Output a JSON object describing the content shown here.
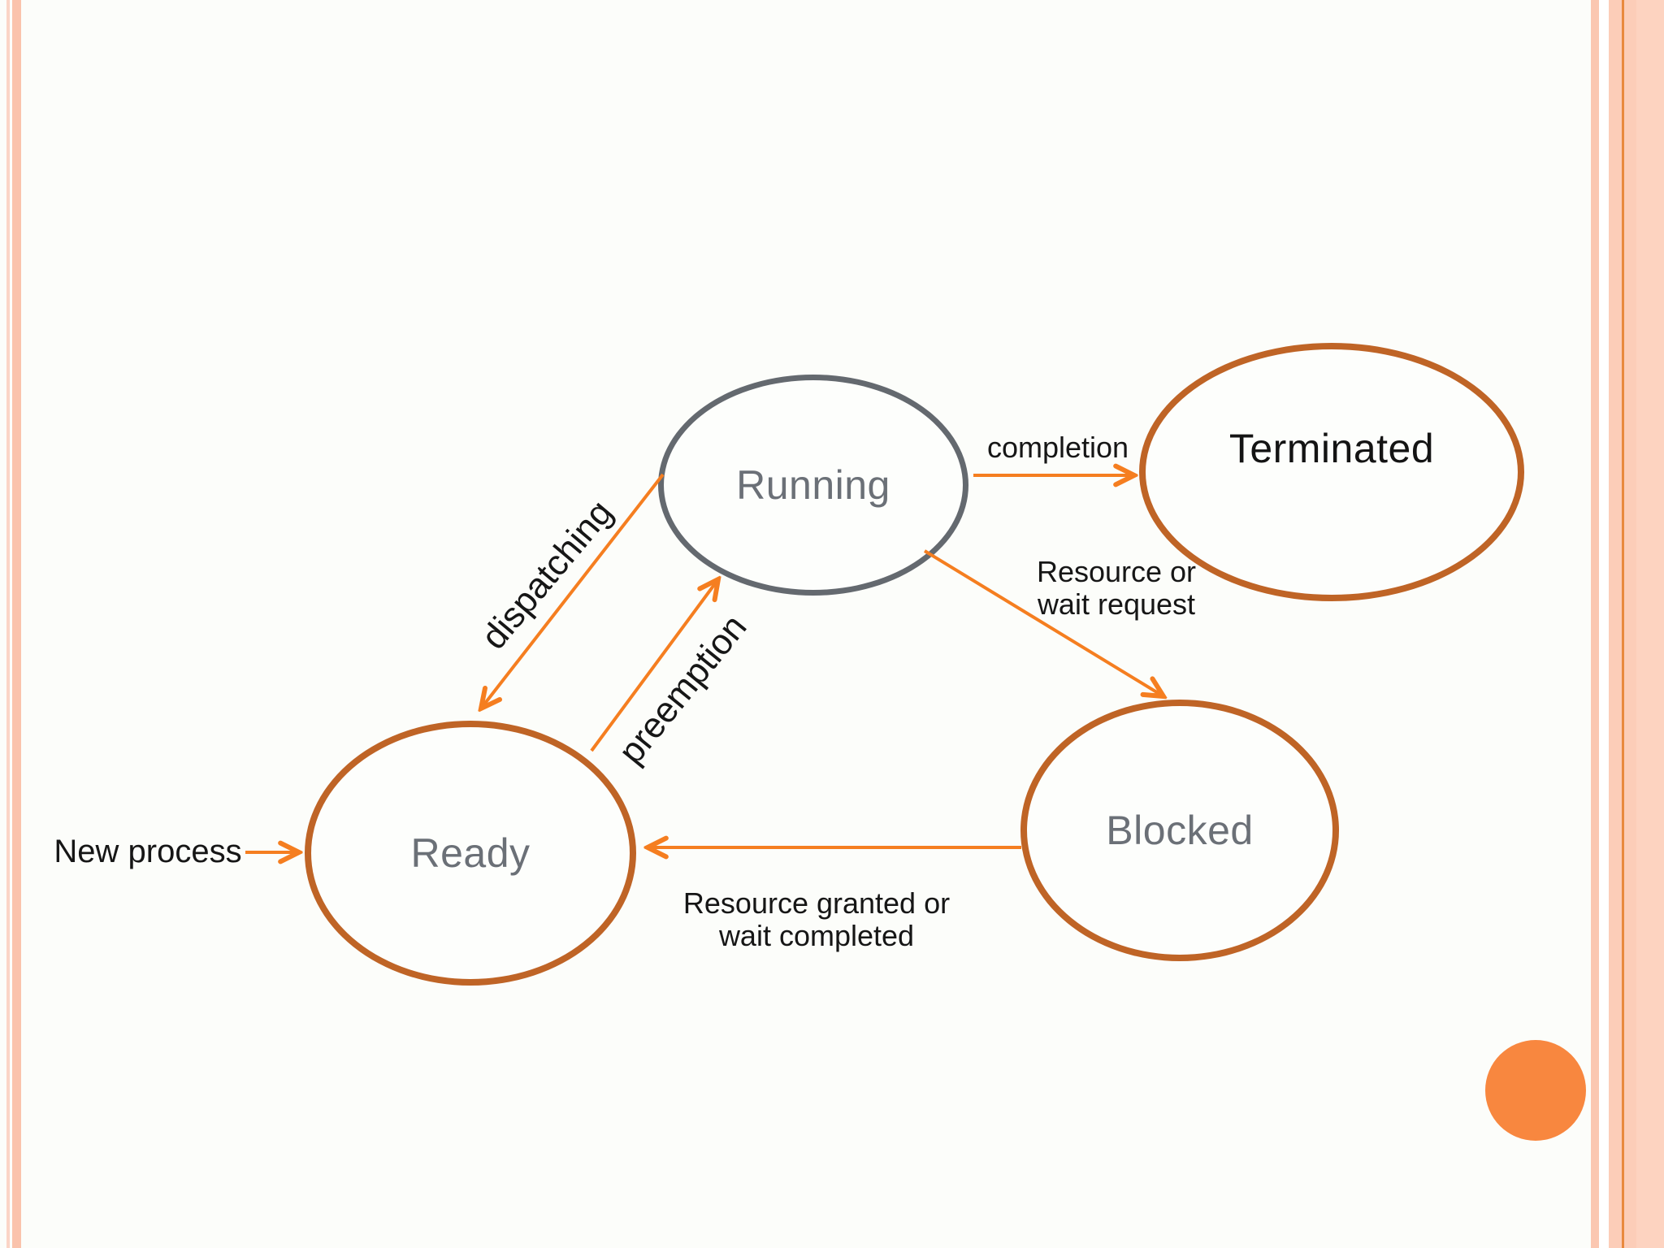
{
  "slide": {
    "background_color": "#fcfdfa",
    "decor": {
      "accent_circle_color": "#f8873f",
      "left_stripe_colors": [
        "#fbd4c6",
        "#fac3ac"
      ],
      "right_stripe_colors": [
        "#fbc7b1",
        "#ffffff",
        "#fccdb8",
        "#e9893e",
        "#fccdb8",
        "#fdd3c0"
      ]
    }
  },
  "diagram": {
    "type": "process-state-diagram",
    "arrow_color": "#f57e20",
    "states": {
      "running": {
        "label": "Running",
        "stroke_color": "#64696f",
        "label_color": "#6b7077"
      },
      "terminated": {
        "label": "Terminated",
        "stroke_color": "#bf6426",
        "label_color": "#141414"
      },
      "ready": {
        "label": "Ready",
        "stroke_color": "#bf6426",
        "label_color": "#6b7077"
      },
      "blocked": {
        "label": "Blocked",
        "stroke_color": "#bf6426",
        "label_color": "#6b7077"
      }
    },
    "transitions": {
      "new_process": {
        "label": "New process",
        "from": "start",
        "to": "ready"
      },
      "dispatching": {
        "label": "dispatching",
        "from": "running",
        "to": "ready"
      },
      "preemption": {
        "label": "preemption",
        "from": "ready",
        "to": "running"
      },
      "completion": {
        "label": "completion",
        "from": "running",
        "to": "terminated"
      },
      "resource_request": {
        "label_line1": "Resource or",
        "label_line2": "wait request",
        "from": "running",
        "to": "blocked"
      },
      "resource_granted": {
        "label_line1": "Resource granted or",
        "label_line2": "wait completed",
        "from": "blocked",
        "to": "ready"
      }
    }
  }
}
